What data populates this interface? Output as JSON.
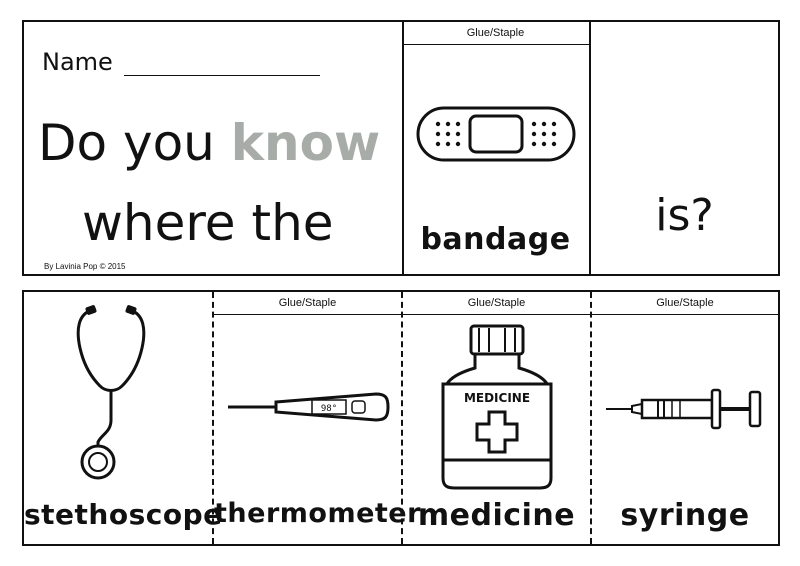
{
  "top": {
    "name_label": "Name",
    "line1_prefix": "Do you",
    "line1_highlight": "know",
    "highlight_color": "#a8aca8",
    "line2": "where the",
    "credit": "By Lavinia Pop © 2015",
    "glue_label": "Glue/Staple",
    "bandage_word": "bandage",
    "is_text": "is?"
  },
  "bottom": {
    "glue_label": "Glue/Staple",
    "cards": [
      {
        "word": "stethoscope",
        "icon": "stethoscope-icon"
      },
      {
        "word": "thermometer",
        "icon": "thermometer-icon",
        "display": "98°"
      },
      {
        "word": "medicine",
        "icon": "medicine-bottle-icon",
        "bottle_label": "MEDICINE"
      },
      {
        "word": "syringe",
        "icon": "syringe-icon"
      }
    ]
  }
}
